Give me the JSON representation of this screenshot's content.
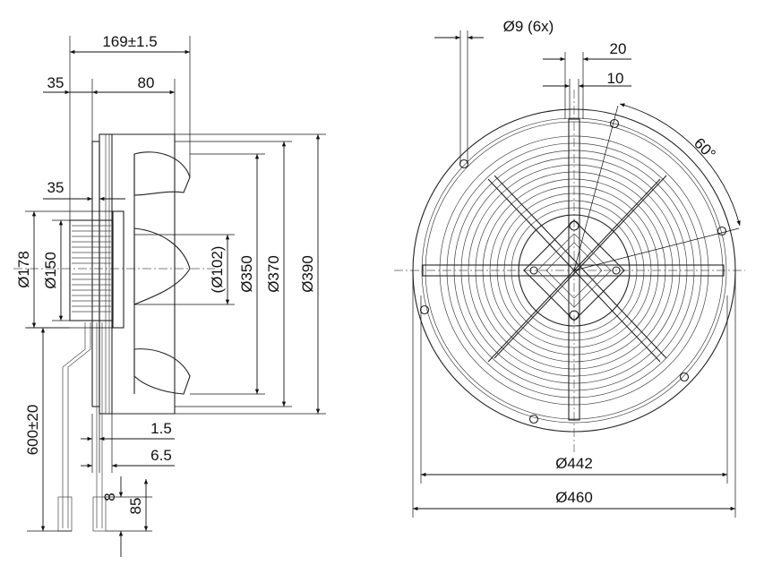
{
  "side_view": {
    "overall_depth": "169±1.5",
    "depth_35_top": "35",
    "depth_80": "80",
    "depth_35_mid": "35",
    "dia_178": "Ø178",
    "dia_150": "Ø150",
    "dia_102": "(Ø102)",
    "dia_350": "Ø350",
    "dia_370": "Ø370",
    "dia_390": "Ø390",
    "cable_length": "600±20",
    "thick_1_5": "1.5",
    "thick_6_5": "6.5",
    "strip_8": "8",
    "strip_85": "85"
  },
  "front_view": {
    "holes": "Ø9 (6x)",
    "dim_20": "20",
    "dim_10": "10",
    "angle": "60°",
    "dia_442": "Ø442",
    "dia_460": "Ø460"
  }
}
